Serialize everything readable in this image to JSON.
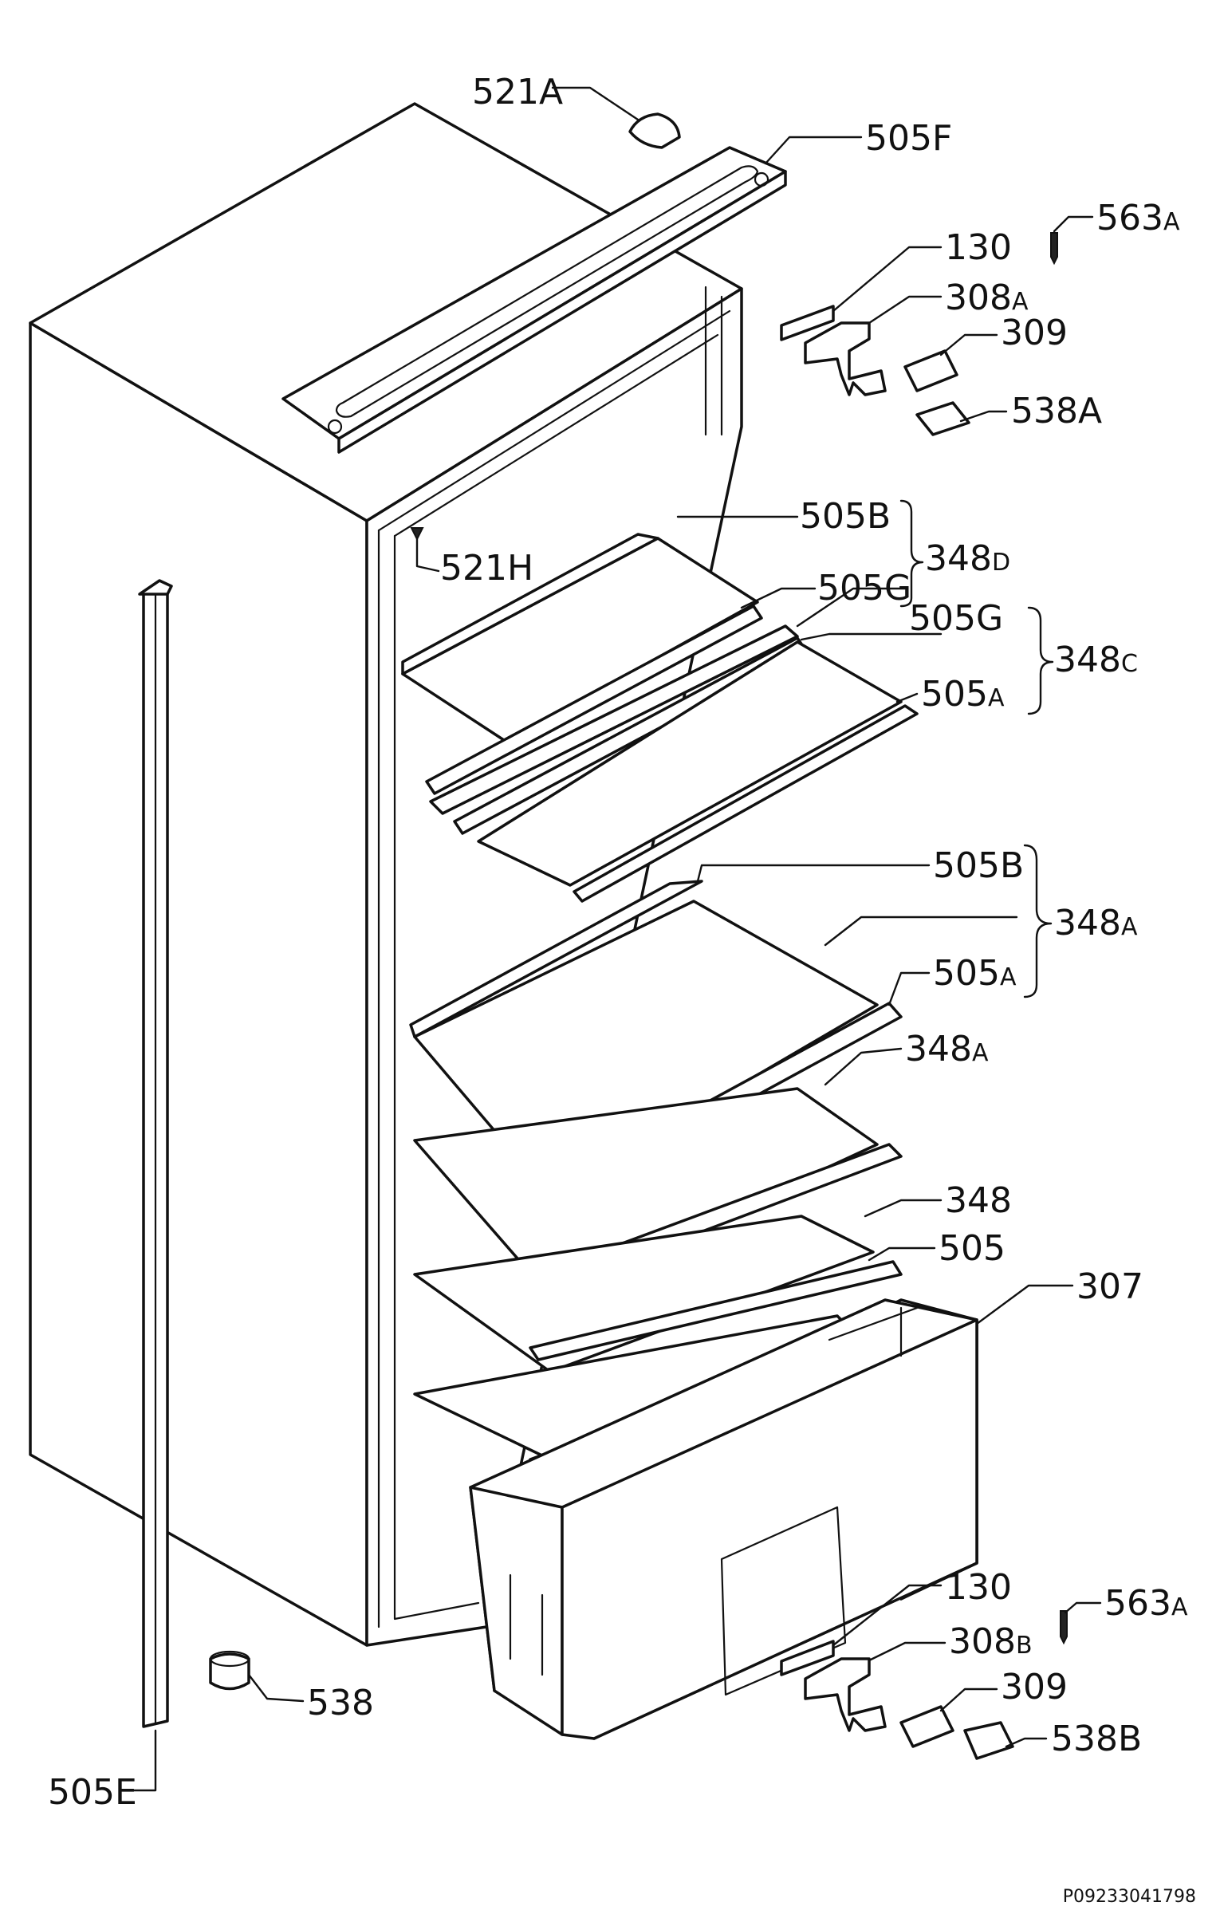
{
  "diagram": {
    "drawing_code": "P09233041798",
    "labels": [
      {
        "main": "521",
        "suffix": "A"
      },
      {
        "main": "505F",
        "suffix": ""
      },
      {
        "main": "563",
        "suffix": "A"
      },
      {
        "main": "130",
        "suffix": ""
      },
      {
        "main": "308",
        "suffix": "A"
      },
      {
        "main": "309",
        "suffix": ""
      },
      {
        "main": "538",
        "suffix": "A"
      },
      {
        "main": "505B",
        "suffix": ""
      },
      {
        "main": "348",
        "suffix": "D"
      },
      {
        "main": "521H",
        "suffix": ""
      },
      {
        "main": "505G",
        "suffix": ""
      },
      {
        "main": "505G",
        "suffix": ""
      },
      {
        "main": "348",
        "suffix": "C"
      },
      {
        "main": "505",
        "suffix": "A"
      },
      {
        "main": "505B",
        "suffix": ""
      },
      {
        "main": "348",
        "suffix": "A"
      },
      {
        "main": "505",
        "suffix": "A"
      },
      {
        "main": "348",
        "suffix": "A"
      },
      {
        "main": "348",
        "suffix": ""
      },
      {
        "main": "505",
        "suffix": ""
      },
      {
        "main": "307",
        "suffix": ""
      },
      {
        "main": "130",
        "suffix": ""
      },
      {
        "main": "563",
        "suffix": "A"
      },
      {
        "main": "308",
        "suffix": "B"
      },
      {
        "main": "309",
        "suffix": ""
      },
      {
        "main": "538",
        "suffix": "B"
      },
      {
        "main": "538",
        "suffix": ""
      },
      {
        "main": "505E",
        "suffix": ""
      }
    ]
  }
}
